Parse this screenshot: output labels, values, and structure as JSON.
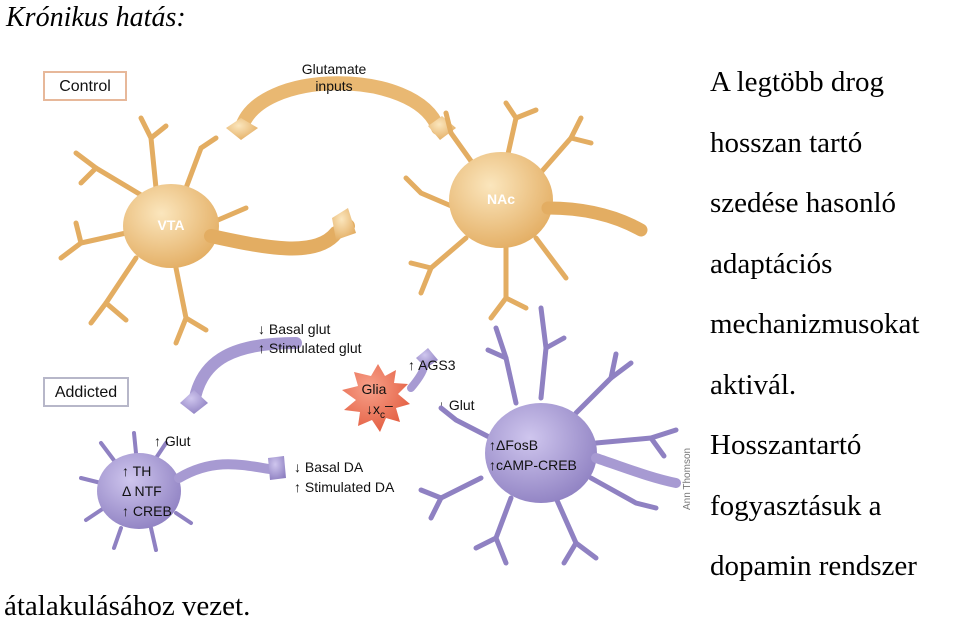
{
  "heading": "Krónikus hatás:",
  "figure": {
    "control_label": "Control",
    "addicted_label": "Addicted",
    "glutamate_line1": "Glutamate",
    "glutamate_line2": "inputs",
    "vta_label": "VTA",
    "nac_label": "NAc",
    "basal_glut": "Basal glut",
    "stimulated_glut": "Stimulated glut",
    "ags3": "AGS3",
    "glia": "Glia",
    "xc": "x",
    "xc_sub": "c",
    "glut_down": "Glut",
    "glut_up": "Glut",
    "th": "TH",
    "ntf": "NTF",
    "creb": "CREB",
    "basal_da": "Basal DA",
    "stimulated_da": "Stimulated DA",
    "fosb": "FosB",
    "camp_creb": "cAMP-CREB",
    "credit": "Ann Thomson",
    "colors": {
      "control_cell": "#f2c98a",
      "addicted_cell": "#a79ad2",
      "glia": "#ef7a5f",
      "control_box": "#e7b89a",
      "addicted_box": "#b7b7c9"
    }
  },
  "right_text": [
    "A legtöbb drog",
    "hosszan tartó",
    "szedése hasonló",
    "adaptációs",
    "mechanizmusokat",
    "aktivál.",
    "Hosszantartó",
    "fogyasztásuk a",
    "dopamin rendszer"
  ],
  "bottom_line": "átalakulásához vezet."
}
